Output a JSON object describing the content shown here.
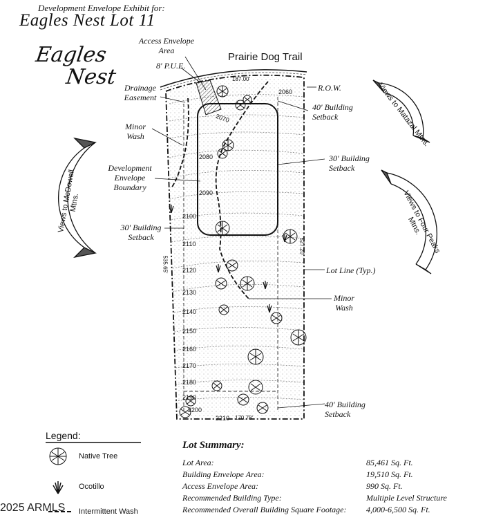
{
  "header": {
    "subtitle": "Development Envelope Exhibit for:",
    "title": "Eagles Nest Lot 11"
  },
  "logo": {
    "line1": "Eagles",
    "line2": "Nest"
  },
  "road": "Prairie Dog Trail",
  "labels": {
    "access_envelope": "Access Envelope",
    "access_envelope_area": "Area",
    "pue": "8' P.U.E.",
    "row": "R.O.W.",
    "drainage": "Drainage",
    "easement": "Easement",
    "minor_wash_1": "Minor",
    "minor_wash_1b": "Wash",
    "dev_env_1": "Development",
    "dev_env_2": "Envelope",
    "dev_env_3": "Boundary",
    "setback30_left_1": "30' Building",
    "setback30_left_2": "Setback",
    "setback40_top_1": "40' Building",
    "setback40_top_2": "Setback",
    "setback30_right_1": "30' Building",
    "setback30_right_2": "Setback",
    "lot_line": "Lot Line (Typ.)",
    "minor_wash_2": "Minor",
    "minor_wash_2b": "Wash",
    "setback40_bottom_1": "40' Building",
    "setback40_bottom_2": "Setback"
  },
  "dimensions": {
    "top": "187.00'",
    "bottom": "170.78'",
    "left": "535.65'",
    "right": "527.20'"
  },
  "contours": [
    "2060",
    "2070",
    "2080",
    "2090",
    "2100",
    "2110",
    "2120",
    "2130",
    "2140",
    "2150",
    "2160",
    "2170",
    "2180",
    "2190",
    "2200",
    "2210"
  ],
  "views": {
    "mcdowell": "Views to McDowell Mtns.",
    "matazal": "Views to Matazal Mtns.",
    "fourpeaks": "Views to Four Peaks Mtns."
  },
  "legend": {
    "title": "Legend:",
    "items": [
      {
        "icon": "native-tree-icon",
        "label": "Native Tree"
      },
      {
        "icon": "ocotillo-icon",
        "label": "Ocotillo"
      },
      {
        "icon": "wash-line-icon",
        "label": "Intermittent Wash"
      }
    ]
  },
  "summary": {
    "title": "Lot Summary:",
    "rows": [
      {
        "label": "Lot Area:",
        "value": "85,461 Sq. Ft."
      },
      {
        "label": "Building Envelope Area:",
        "value": "19,510 Sq. Ft."
      },
      {
        "label": "Access Envelope Area:",
        "value": "990 Sq. Ft."
      },
      {
        "label": "Recommended Building Type:",
        "value": "Multiple Level Structure"
      },
      {
        "label": "Recommended Overall Building Square Footage:",
        "value": "4,000-6,500 Sq. Ft."
      }
    ]
  },
  "copyright": "2025 ARMLS"
}
